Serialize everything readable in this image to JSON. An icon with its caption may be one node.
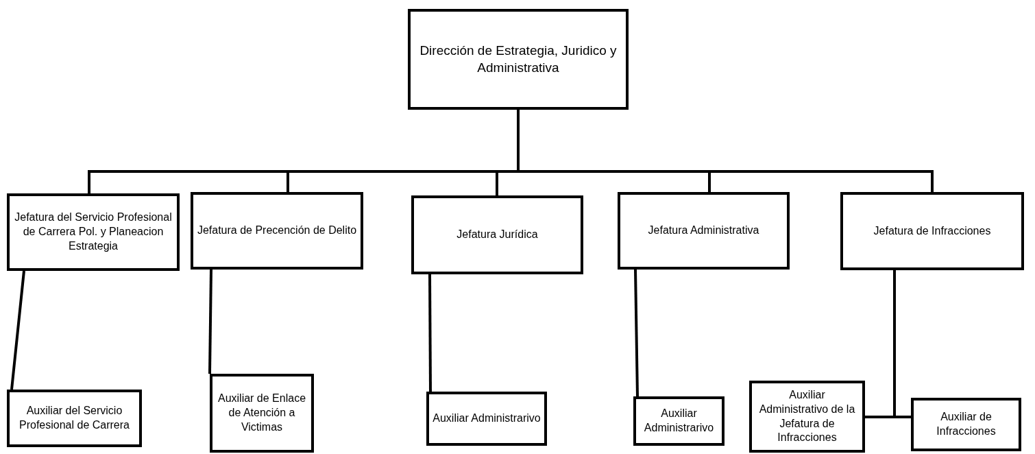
{
  "diagram": {
    "nodes": [
      {
        "text": [
          "Dirección de Estrategia, Juridico y Administrativa"
        ]
      },
      {
        "text": [
          "Jefatura del Servicio Profesional de Carrera Pol. y Planeacion Estrategia"
        ]
      },
      {
        "text": [
          "Jefatura de Precención de Delito"
        ]
      },
      {
        "text": [
          "Jefatura Jurídica"
        ]
      },
      {
        "text": [
          "Jefatura Administrativa"
        ]
      },
      {
        "text": [
          "Jefatura de Infracciones"
        ]
      },
      {
        "text": [
          "Auxiliar del Servicio Profesional de Carrera"
        ]
      },
      {
        "text": [
          "Auxiliar de Enlace de Atención a Victimas"
        ]
      },
      {
        "text": [
          "Auxiliar Administrarivo"
        ]
      },
      {
        "text": [
          "Auxiliar Administrarivo"
        ]
      },
      {
        "text": [
          "Auxiliar Administrativo de la Jefatura de Infracciones"
        ]
      },
      {
        "text": [
          "Auxiliar de Infracciones"
        ]
      }
    ],
    "edges": [
      {
        "from": 0,
        "to": 1,
        "arrow": "none"
      },
      {
        "from": 0,
        "to": 2,
        "arrow": "none"
      },
      {
        "from": 0,
        "to": 3,
        "arrow": "none"
      },
      {
        "from": 0,
        "to": 4,
        "arrow": "none"
      },
      {
        "from": 0,
        "to": 5,
        "arrow": "none"
      },
      {
        "from": 1,
        "to": 6,
        "arrow": "none"
      },
      {
        "from": 2,
        "to": 7,
        "arrow": "none"
      },
      {
        "from": 3,
        "to": 8,
        "arrow": "none"
      },
      {
        "from": 4,
        "to": 9,
        "arrow": "none"
      },
      {
        "from": 5,
        "to": 10,
        "arrow": "none"
      },
      {
        "from": 5,
        "to": 11,
        "arrow": "none"
      }
    ]
  }
}
